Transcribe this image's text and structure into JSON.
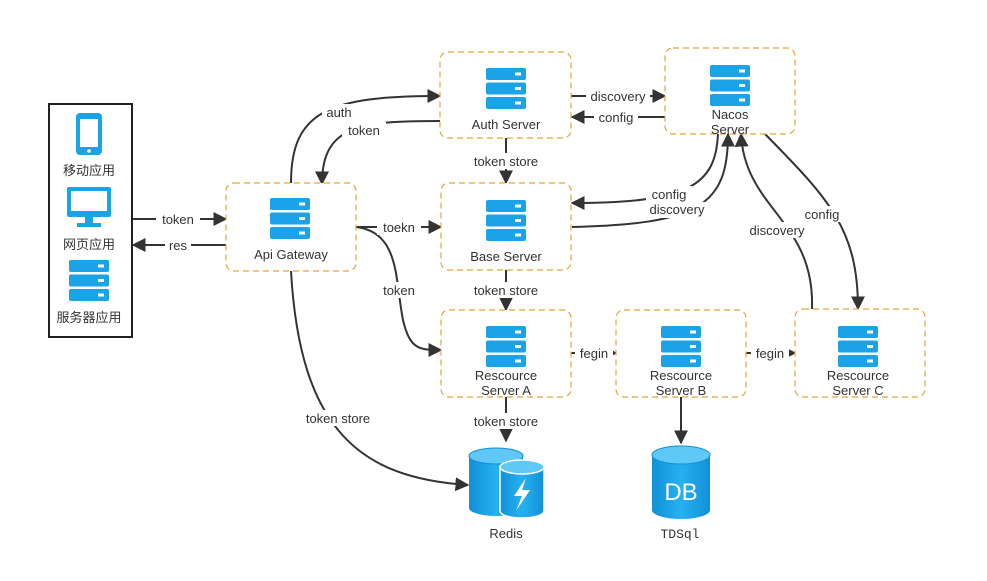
{
  "clients": {
    "mobile": "移动应用",
    "web": "网页应用",
    "server": "服务器应用"
  },
  "nodes": {
    "gateway": "Api Gateway",
    "auth": "Auth Server",
    "nacos_line1": "Nacos",
    "nacos_line2": "Server",
    "base": "Base Server",
    "resA_line1": "Rescource",
    "resA_line2": "Server A",
    "resB_line1": "Rescource",
    "resB_line2": "Server B",
    "resC_line1": "Rescource",
    "resC_line2": "Server C",
    "redis": "Redis",
    "db_logo": "DB",
    "db": "TDSql"
  },
  "edges": {
    "client_token": "token",
    "client_res": "res",
    "gw_auth": "auth",
    "auth_gw": "token",
    "auth_nacos": "discovery",
    "nacos_auth": "config",
    "auth_base": "token store",
    "nacos_base_config": "config",
    "base_nacos_discovery": "discovery",
    "gw_base": "toekn",
    "gw_resA": "token",
    "base_resA": "token store",
    "resA_resB": "fegin",
    "resB_resC": "fegin",
    "resC_discovery": "discovery",
    "nacos_resC_config": "config",
    "resA_redis": "token store",
    "gw_redis": "token store"
  },
  "colors": {
    "server_icon": "#1aa3e6",
    "box_border": "#e8a33a",
    "arrow": "#333333"
  }
}
